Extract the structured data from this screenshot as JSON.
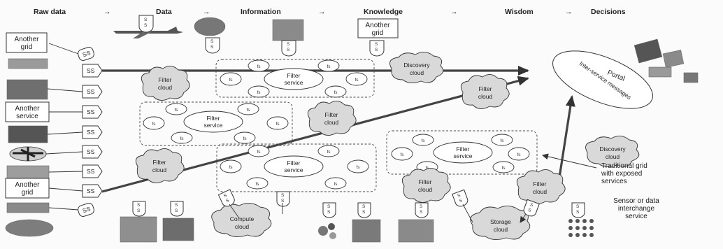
{
  "header": {
    "raw_data": "Raw data",
    "data": "Data",
    "information": "Information",
    "knowledge": "Knowledge",
    "wisdom": "Wisdom",
    "decisions": "Decisions"
  },
  "left_boxes": {
    "another_grid_top": [
      "Another",
      "grid"
    ],
    "another_service": [
      "Another",
      "service"
    ],
    "another_grid_bottom": [
      "Another",
      "grid"
    ]
  },
  "sensor": {
    "ss": "SS",
    "s": "S"
  },
  "filter_service": {
    "fs": "fs",
    "label": [
      "Filter",
      "service"
    ]
  },
  "clouds": {
    "filter": [
      "Filter",
      "cloud"
    ],
    "discovery": [
      "Discovery",
      "cloud"
    ],
    "compute": [
      "Compute",
      "cloud"
    ],
    "storage": [
      "Storage",
      "cloud"
    ]
  },
  "portal": {
    "label": "Portal",
    "messages": "Inter-service messages"
  },
  "top_box": [
    "Another",
    "grid"
  ],
  "notes": {
    "traditional_grid": [
      "Traditional grid",
      "with exposed",
      "services"
    ],
    "sensor_interchange": [
      "Sensor or data",
      "interchange",
      "service"
    ]
  },
  "colors": {
    "cloud_fill": "#d9d9d9",
    "line": "#333333",
    "background": "#fbfbfb"
  }
}
